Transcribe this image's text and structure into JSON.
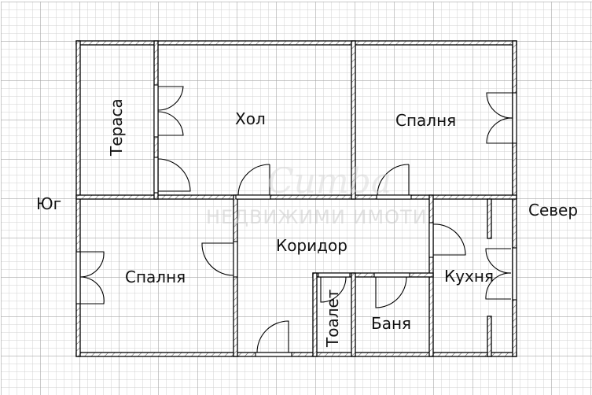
{
  "colors": {
    "grid_minor": "#d2d2d2",
    "grid_major": "#a8a8a8",
    "wall": "#000000",
    "wall_fill": "#ffffff",
    "text": "#111111",
    "watermark": "#cccccc"
  },
  "compass": {
    "west_label": "Юг",
    "east_label": "Север"
  },
  "rooms": [
    {
      "id": "terrace",
      "label": "Тераса",
      "rotated": true
    },
    {
      "id": "hall",
      "label": "Хол"
    },
    {
      "id": "bedroom_north",
      "label": "Спалня"
    },
    {
      "id": "bedroom_south",
      "label": "Спалня"
    },
    {
      "id": "corridor",
      "label": "Коридор"
    },
    {
      "id": "toilet",
      "label": "Тоалет",
      "rotated": true
    },
    {
      "id": "bathroom",
      "label": "Баня"
    },
    {
      "id": "kitchen",
      "label": "Кухня"
    }
  ],
  "watermark": {
    "script": "Cumba",
    "caption": "НЕДВИЖИМИ ИМОТИ"
  }
}
